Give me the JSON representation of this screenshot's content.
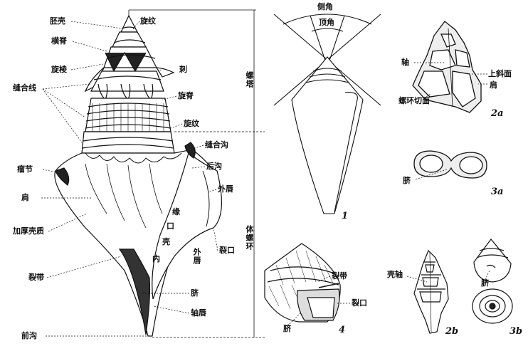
{
  "labels": {
    "embryonic_shell": "胚壳",
    "spiral_ridge_top": "旋纹",
    "transverse_ridge": "横脊",
    "spiral_rib": "旋棱",
    "spine": "刺",
    "suture": "缝合线",
    "spiral_ridge_mid": "旋脊",
    "spiral_ridge_low": "旋纹",
    "spire": "螺塔",
    "body_whorl": "体螺环",
    "suture_canal": "缝合沟",
    "posterior_canal": "后沟",
    "outer_lip_upper": "外唇",
    "nodule": "瘤节",
    "shoulder": "肩",
    "thickened_shell": "加厚壳质",
    "aperture_inner": "内",
    "aperture_shell": "壳",
    "aperture_mouth": "口",
    "aperture_edge": "缘",
    "outer_lip_lower": "外唇",
    "slit": "裂口",
    "fasciole": "裂带",
    "umbilicus_1": "脐",
    "inner_lip": "轴唇",
    "siphonal_canal": "前沟",
    "lateral_angle": "侧角",
    "apical_angle": "顶角",
    "axis": "轴",
    "upper_slope": "上斜面",
    "shell_shoulder": "肩",
    "whorl_section": "螺环切面",
    "umbilicus_3a": "脐",
    "fasciole_4": "裂带",
    "slit_4": "裂口",
    "umbilicus_4": "脐",
    "columella": "壳轴",
    "umbilicus_3b": "脐"
  },
  "figure_numbers": {
    "fig1": "1",
    "fig2a": "2a",
    "fig3a": "3a",
    "fig4": "4",
    "fig2b": "2b",
    "fig3b": "3b"
  }
}
